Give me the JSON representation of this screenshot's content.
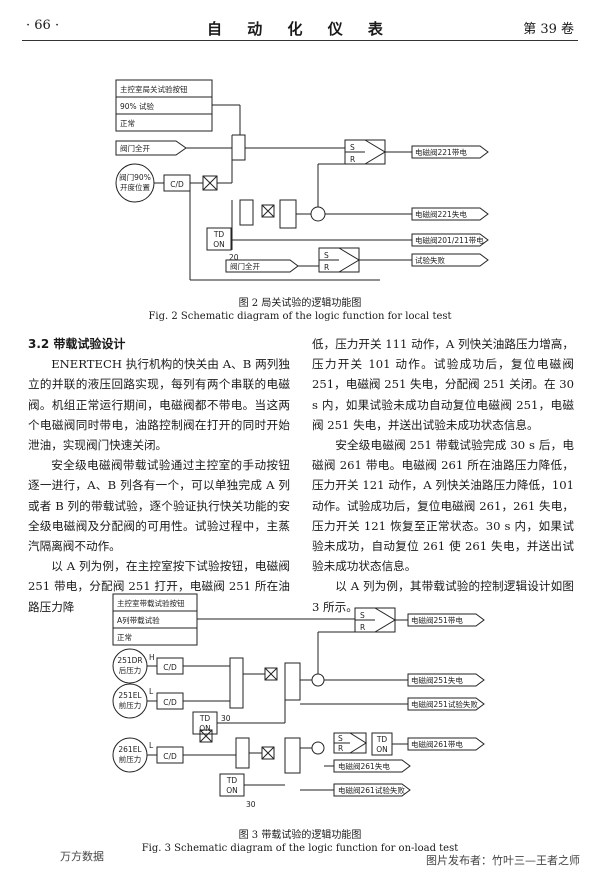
{
  "header": {
    "page": "· 66 ·",
    "journal": "自 动 化 仪 表",
    "volume": "第 39 卷"
  },
  "fig2": {
    "inputs": [
      "主控室局关试验按钮",
      "90% 试验",
      "正常"
    ],
    "valve_open": "阀门全开",
    "valve_pos_line1": "阀门90%",
    "valve_pos_line2": "开度位置",
    "cd": "C/D",
    "td_line1": "TD",
    "td_line2": "ON",
    "td_time": "20",
    "valve_open2": "阀门全开",
    "s": "S",
    "r": "R",
    "out1": "电磁阀221带电",
    "out2": "电磁阀221失电",
    "out3": "电磁阀201/211带电",
    "out4": "试验失败",
    "caption_cn": "图 2  局关试验的逻辑功能图",
    "caption_en": "Fig. 2   Schematic diagram of the logic function for local test"
  },
  "left_col": {
    "section": "3.2  带载试验设计",
    "p1": "ENERTECH 执行机构的快关由 A、B 两列独立的并联的液压回路实现，每列有两个串联的电磁阀。机组正常运行期间，电磁阀都不带电。当这两个电磁阀同时带电，油路控制阀在打开的同时开始泄油，实现阀门快速关闭。",
    "p2": "安全级电磁阀带载试验通过主控室的手动按钮逐一进行，A、B 列各有一个，可以单独完成 A 列或者 B 列的带载试验，逐个验证执行快关功能的安全级电磁阀及分配阀的可用性。试验过程中，主蒸汽隔离阀不动作。",
    "p3": "以 A 列为例，在主控室按下试验按钮，电磁阀 251 带电，分配阀 251 打开，电磁阀 251 所在油路压力降"
  },
  "right_col": {
    "p1": "低，压力开关 111 动作，A 列快关油路压力增高，压力开关 101 动作。试验成功后，复位电磁阀 251，电磁阀 251 失电，分配阀 251 关闭。在 30 s 内，如果试验未成功自动复位电磁阀 251，电磁阀 251 失电，并送出试验未成功状态信息。",
    "p2": "安全级电磁阀 251 带载试验完成 30 s 后，电磁阀 261 带电。电磁阀 261 所在油路压力降低，压力开关 121 动作，A 列快关油路压力降低，101 动作。试验成功后，复位电磁阀 261，261 失电，压力开关 121 恢复至正常状态。30 s 内，如果试验未成功，自动复位 261 使 261 失电，并送出试验未成功状态信息。",
    "p3": "以 A 列为例，其带载试验的控制逻辑设计如图 3 所示。"
  },
  "fig3": {
    "inputs": [
      "主控室带载试验按钮",
      "A列带载试验",
      "正常"
    ],
    "c1_line1": "251DR",
    "c1_line2": "后压力",
    "c1_tag": "H",
    "c2_line1": "251EL",
    "c2_line2": "前压力",
    "c2_tag": "L",
    "c3_line1": "261EL",
    "c3_line2": "前压力",
    "c3_tag": "L",
    "cd": "C/D",
    "td_line1": "TD",
    "td_line2": "ON",
    "td_time": "30",
    "s": "S",
    "r": "R",
    "out1": "电磁阀251带电",
    "out2": "电磁阀251失电",
    "out3": "电磁阀251试验失败",
    "out4": "电磁阀261带电",
    "out5": "电磁阀261失电",
    "out6": "电磁阀261试验失败",
    "caption_cn": "图 3  带载试验的逻辑功能图",
    "caption_en": "Fig. 3   Schematic diagram of the logic function for on-load test"
  },
  "footer": {
    "left": "万方数据",
    "right": "图片发布者：竹叶三—王者之师"
  }
}
